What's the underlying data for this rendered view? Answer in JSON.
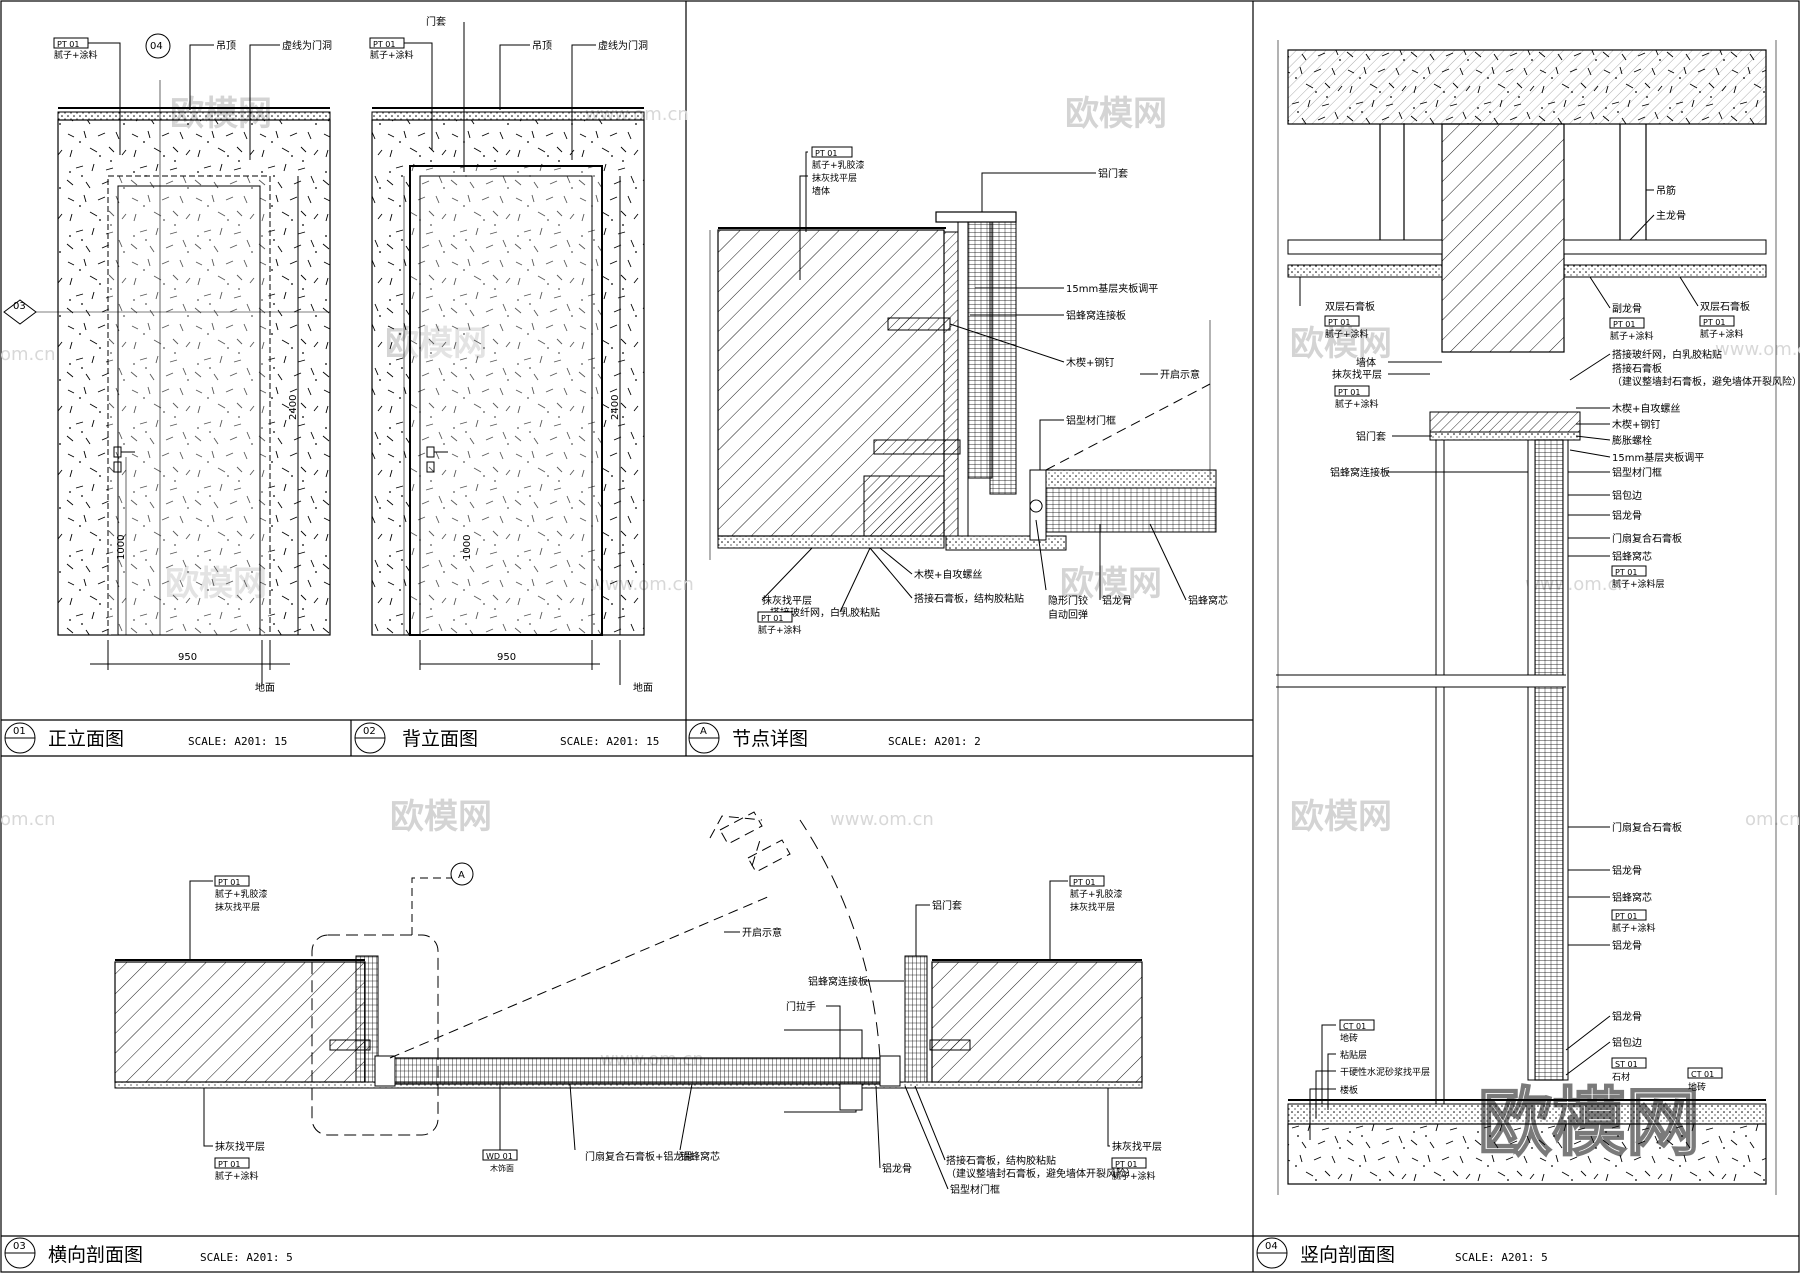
{
  "watermark": {
    "brand": "欧模网",
    "url": "www.om.cn",
    "url_short": "om.cn"
  },
  "views": [
    {
      "num": "01",
      "title": "正立面图",
      "scale": "SCALE: A201: 15"
    },
    {
      "num": "02",
      "title": "背立面图",
      "scale": "SCALE: A201: 15"
    },
    {
      "num": "A",
      "title": "节点详图",
      "scale": "SCALE: A201: 2"
    },
    {
      "num": "03",
      "title": "横向剖面图",
      "scale": "SCALE: A201: 5"
    },
    {
      "num": "04",
      "title": "竖向剖面图",
      "scale": "SCALE: A201: 5"
    }
  ],
  "elev": {
    "tag_code": "PT 01",
    "tag_note": "腻子+涂料",
    "ceiling": "吊顶",
    "dashed": "虚线为门洞",
    "door_frame": "门套",
    "floor": "地面",
    "dim_width": "950",
    "dim_height": "2400",
    "dim_handle": "1000",
    "ref_04": "04",
    "ref_03": "03"
  },
  "detail": {
    "pt_code": "PT 01",
    "latex": "腻子+乳胶漆",
    "plaster": "抹灰找平层",
    "wall": "墙体",
    "alu_frame": "铝门套",
    "plywood": "15mm基层夹板调平",
    "honey_connector": "铝蜂窝连接板",
    "wood_nail": "木楔+钢钉",
    "open_hint": "开启示意",
    "alu_door_frame": "铝型材门框",
    "wood_screw": "木楔+自攻螺丝",
    "gypsum_glue": "搭接石膏板，结构胶粘贴",
    "fiber_mesh": "搭接玻纤网，白乳胶粘贴",
    "hidden_hinge": "隐形门铰",
    "auto_return": "自动回弹",
    "alu_keel": "铝龙骨",
    "honey_core": "铝蜂窝芯",
    "plaster_bottom": "抹灰找平层",
    "paint": "腻子+涂料"
  },
  "hsec": {
    "pt_code": "PT 01",
    "wd_code": "WD 01",
    "latex": "腻子+乳胶漆",
    "plaster": "抹灰找平层",
    "alu_frame": "铝门套",
    "open_hint": "开启示意",
    "honey_connector": "铝蜂窝连接板",
    "handle": "门拉手",
    "paint": "腻子+涂料",
    "wood_face": "木饰面",
    "leaf": "门扇复合石膏板+铝龙骨",
    "honey_core": "铝蜂窝芯",
    "alu_keel": "铝龙骨",
    "gypsum_glue": "搭接石膏板，结构胶粘贴",
    "gypsum_note": "（建议整墙封石膏板，避免墙体开裂风险）",
    "alu_door_frame": "铝型材门框",
    "detail_ref": "A"
  },
  "vsec": {
    "hanger": "吊筋",
    "main_keel": "主龙骨",
    "double_gypsum": "双层石膏板",
    "sub_keel": "副龙骨",
    "pt_code": "PT 01",
    "ct_code": "CT 01",
    "st_code": "ST 01",
    "paint": "腻子+涂料",
    "fiber_mesh": "搭接玻纤网，白乳胶粘贴",
    "wall": "墙体",
    "lap_gypsum": "搭接石膏板",
    "lap_note": "（建议整墙封石膏板，避免墙体开裂风险）",
    "plaster": "抹灰找平层",
    "wood_screw": "木楔+自攻螺丝",
    "wood_nail": "木楔+钢钉",
    "alu_frame": "铝门套",
    "expansion": "膨胀螺栓",
    "plywood": "15mm基层夹板调平",
    "alu_door_frame": "铝型材门框",
    "honey_connector": "铝蜂窝连接板",
    "alu_edge": "铝包边",
    "alu_keel": "铝龙骨",
    "leaf_gypsum": "门扇复合石膏板",
    "honey_core": "铝蜂窝芯",
    "paint_layer": "腻子+涂料层",
    "floor_tile": "地砖",
    "adhesive": "粘贴层",
    "mortar": "干硬性水泥砂浆找平层",
    "slab": "楼板",
    "stone": "石材"
  }
}
